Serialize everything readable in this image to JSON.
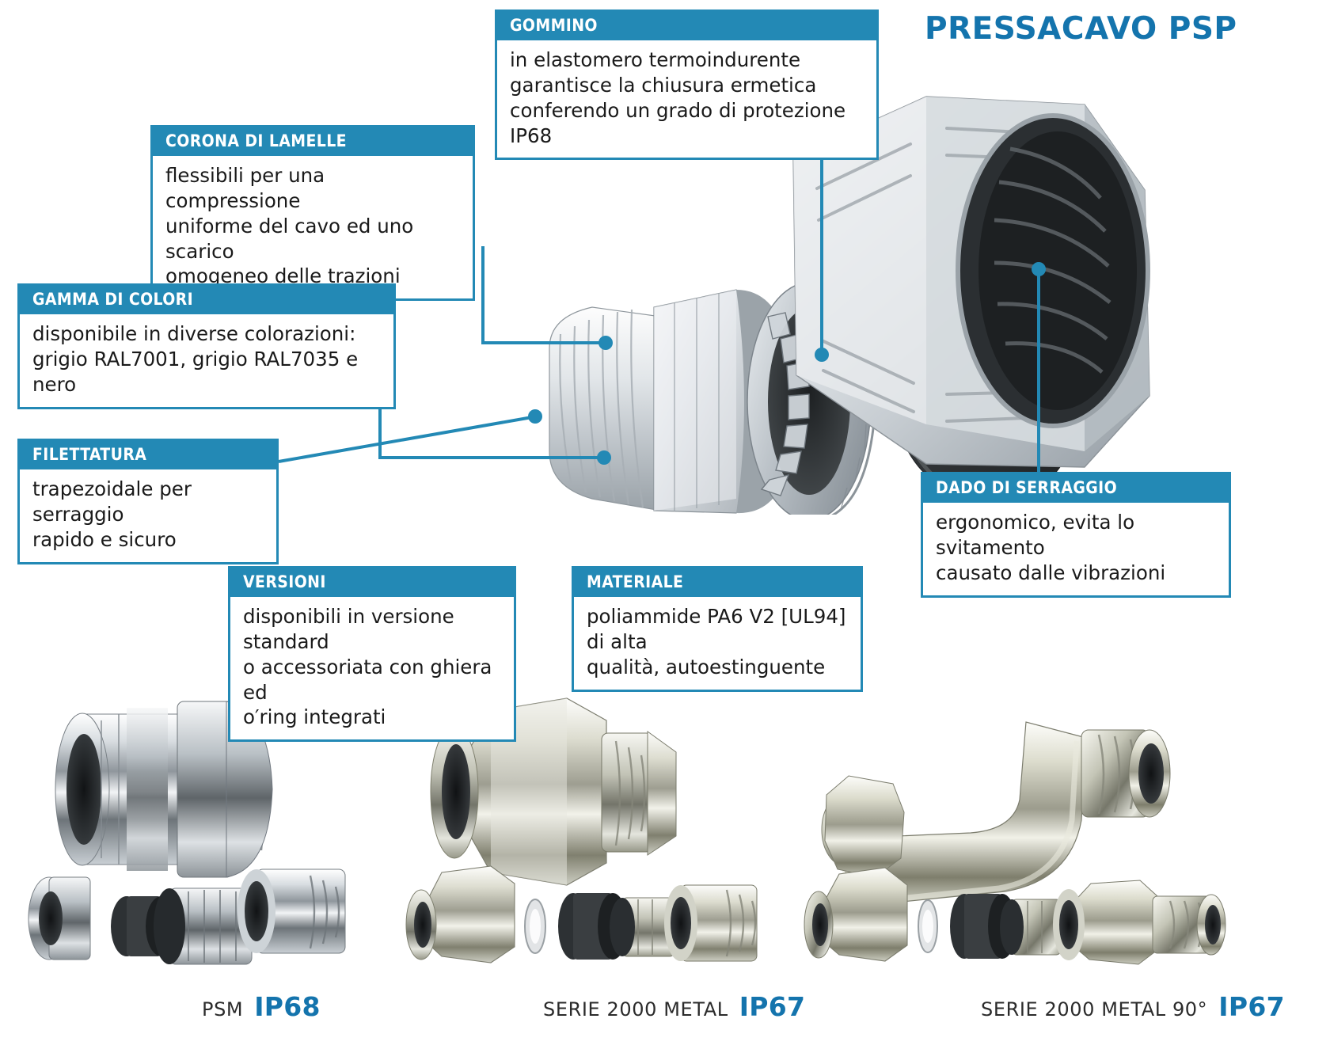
{
  "title": "PRESSACAVO PSP",
  "callouts": [
    {
      "id": "gommino",
      "heading": "GOMMINO",
      "body": "in elastomero termoindurente\ngarantisce la chiusura ermetica\nconferendo un grado di protezione IP68"
    },
    {
      "id": "corona-di-lamelle",
      "heading": "CORONA DI LAMELLE",
      "body": "flessibili per una compressione\nuniforme del cavo ed uno scarico\nomogeneo delle trazioni"
    },
    {
      "id": "gamma-di-colori",
      "heading": "GAMMA DI COLORI",
      "body": "disponibile in diverse colorazioni:\ngrigio RAL7001, grigio RAL7035 e nero"
    },
    {
      "id": "filettatura",
      "heading": "FILETTATURA",
      "body": "trapezoidale per serraggio\nrapido e sicuro"
    },
    {
      "id": "dado-di-serraggio",
      "heading": "DADO DI SERRAGGIO",
      "body": "ergonomico, evita lo svitamento\ncausato dalle vibrazioni"
    },
    {
      "id": "versioni",
      "heading": "VERSIONI",
      "body": "disponibili in versione standard\no accessoriata con ghiera ed\no′ring integrati"
    },
    {
      "id": "materiale",
      "heading": "MATERIALE",
      "body": "poliammide PA6 V2 [UL94] di alta\nqualità, autoestinguente"
    }
  ],
  "products": [
    {
      "id": "psm",
      "name": "PSM",
      "ip": "IP68"
    },
    {
      "id": "serie-2000-metal",
      "name": "SERIE 2000 METAL",
      "ip": "IP67"
    },
    {
      "id": "serie-2000-metal-90",
      "name": "SERIE 2000 METAL 90°",
      "ip": "IP67"
    }
  ],
  "colors": {
    "accent": "#2389b5",
    "title": "#1474ad",
    "body_text": "#1a1a1a",
    "caption_text": "#2b2b2b"
  }
}
